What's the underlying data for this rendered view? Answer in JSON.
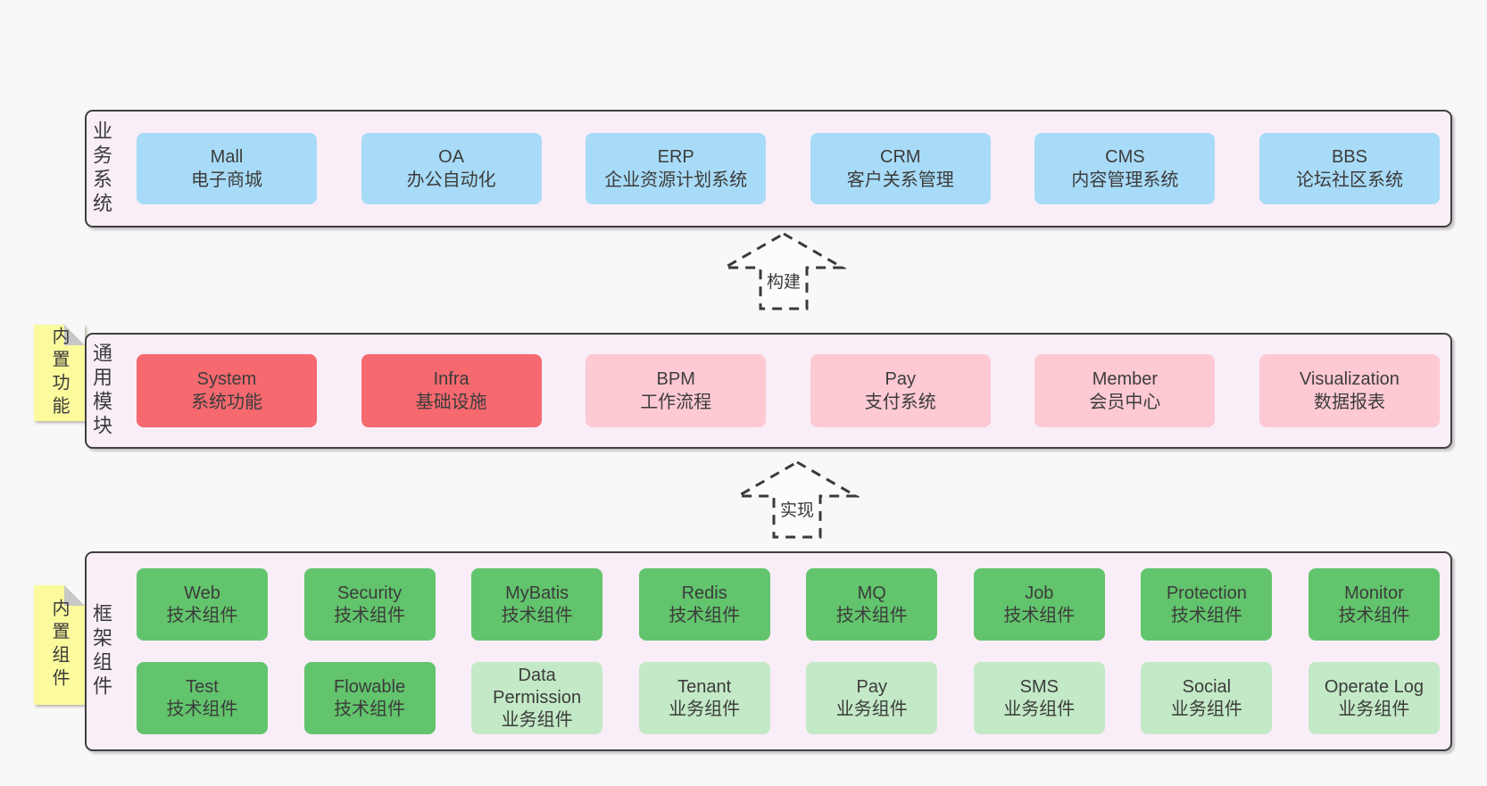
{
  "palette": {
    "page_bg": "#f8f8f8",
    "panel_bg": "#f9eef8",
    "panel_border": "#3f3f3f",
    "blue": "#a8dbf7",
    "red": "#f5696f",
    "pink": "#fdc9d3",
    "green": "#62c46c",
    "light_green": "#c3e9c6",
    "note_yellow": "#fbfa9d",
    "fold_gray": "#c7c7c7",
    "text": "#3a3a3a"
  },
  "arrows": {
    "build": "构建",
    "implement": "实现"
  },
  "sections": {
    "business": {
      "label": "业务系统",
      "boxes": [
        {
          "name": "Mall",
          "desc": "电子商城",
          "variant": "blue"
        },
        {
          "name": "OA",
          "desc": "办公自动化",
          "variant": "blue"
        },
        {
          "name": "ERP",
          "desc": "企业资源计划系统",
          "variant": "blue"
        },
        {
          "name": "CRM",
          "desc": "客户关系管理",
          "variant": "blue"
        },
        {
          "name": "CMS",
          "desc": "内容管理系统",
          "variant": "blue"
        },
        {
          "name": "BBS",
          "desc": "论坛社区系统",
          "variant": "blue"
        }
      ]
    },
    "modules": {
      "label": "通用模块",
      "tab": "内置功能",
      "boxes": [
        {
          "name": "System",
          "desc": "系统功能",
          "variant": "red"
        },
        {
          "name": "Infra",
          "desc": "基础设施",
          "variant": "red"
        },
        {
          "name": "BPM",
          "desc": "工作流程",
          "variant": "pink"
        },
        {
          "name": "Pay",
          "desc": "支付系统",
          "variant": "pink"
        },
        {
          "name": "Member",
          "desc": "会员中心",
          "variant": "pink"
        },
        {
          "name": "Visualization",
          "desc": "数据报表",
          "variant": "pink"
        }
      ]
    },
    "framework": {
      "label": "框架组件",
      "tab": "内置组件",
      "row1": [
        {
          "name": "Web",
          "desc": "技术组件",
          "variant": "green"
        },
        {
          "name": "Security",
          "desc": "技术组件",
          "variant": "green"
        },
        {
          "name": "MyBatis",
          "desc": "技术组件",
          "variant": "green"
        },
        {
          "name": "Redis",
          "desc": "技术组件",
          "variant": "green"
        },
        {
          "name": "MQ",
          "desc": "技术组件",
          "variant": "green"
        },
        {
          "name": "Job",
          "desc": "技术组件",
          "variant": "green"
        },
        {
          "name": "Protection",
          "desc": "技术组件",
          "variant": "green"
        },
        {
          "name": "Monitor",
          "desc": "技术组件",
          "variant": "green"
        }
      ],
      "row2": [
        {
          "name": "Test",
          "desc": "技术组件",
          "variant": "green"
        },
        {
          "name": "Flowable",
          "desc": "技术组件",
          "variant": "green"
        },
        {
          "name": "Data Permission",
          "desc": "业务组件",
          "variant": "light-green"
        },
        {
          "name": "Tenant",
          "desc": "业务组件",
          "variant": "light-green"
        },
        {
          "name": "Pay",
          "desc": "业务组件",
          "variant": "light-green"
        },
        {
          "name": "SMS",
          "desc": "业务组件",
          "variant": "light-green"
        },
        {
          "name": "Social",
          "desc": "业务组件",
          "variant": "light-green"
        },
        {
          "name": "Operate Log",
          "desc": "业务组件",
          "variant": "light-green"
        }
      ]
    }
  }
}
